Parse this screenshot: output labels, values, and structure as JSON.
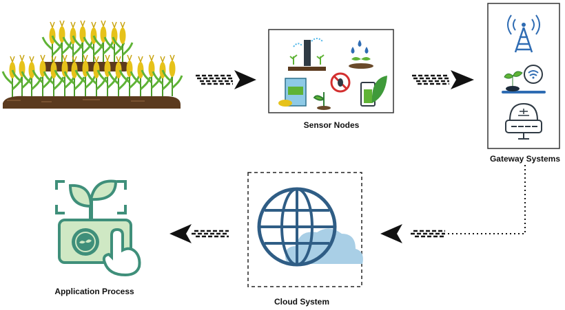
{
  "nodes": {
    "sensor_nodes": "Sensor Nodes",
    "gateway_systems": "Gateway Systems",
    "cloud_system": "Cloud System",
    "application_process": "Application Process"
  },
  "colors": {
    "soil": "#5b3a1e",
    "corn": "#e6c21a",
    "leaf": "#5fb336",
    "icon_blue": "#2f6cb3",
    "globe": "#2f5d85",
    "cloud": "#a9cfe6",
    "app_green": "#3f8f7a",
    "app_light": "#cfe8c4"
  },
  "icons": [
    "cornfield-image",
    "sprinkler-icon",
    "water-drops-icon",
    "fertilizer-icon",
    "pest-sensor-icon",
    "battery-leaf-icon",
    "radio-tower-icon",
    "plant-wifi-icon",
    "gateway-router-icon",
    "globe-cloud-icon",
    "plant-touch-icon"
  ]
}
